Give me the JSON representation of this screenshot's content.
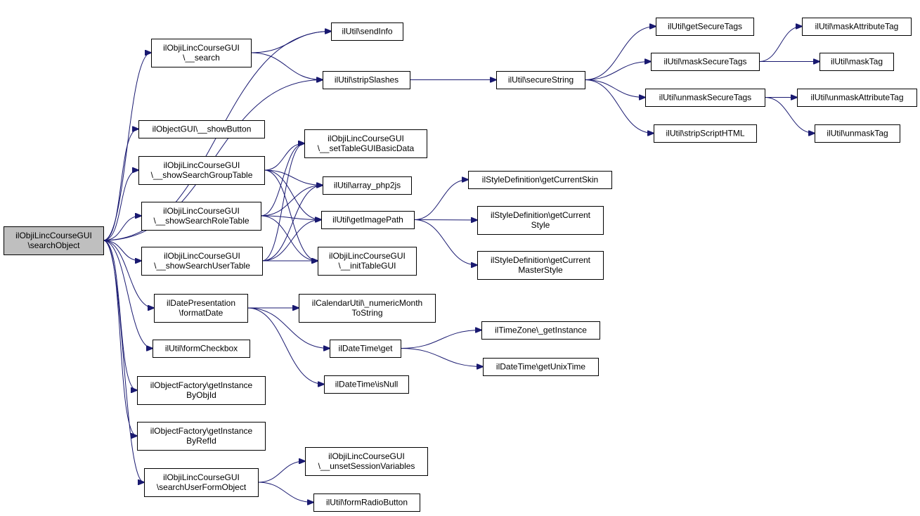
{
  "diagram": {
    "type": "call-graph",
    "colors": {
      "edge": "#191970",
      "root_fill": "#bfbfbf",
      "node_fill": "#ffffff",
      "node_border": "#000000"
    },
    "nodes": [
      {
        "id": "root",
        "lines": [
          "ilObjiLincCourseGUI",
          "\\searchObject"
        ],
        "root": true
      },
      {
        "id": "sendInfo",
        "lines": [
          "ilUtil\\sendInfo"
        ]
      },
      {
        "id": "search",
        "lines": [
          "ilObjiLincCourseGUI",
          "\\__search"
        ]
      },
      {
        "id": "stripSlashes",
        "lines": [
          "ilUtil\\stripSlashes"
        ]
      },
      {
        "id": "secureString",
        "lines": [
          "ilUtil\\secureString"
        ]
      },
      {
        "id": "getSecureTags",
        "lines": [
          "ilUtil\\getSecureTags"
        ]
      },
      {
        "id": "maskSecureTags",
        "lines": [
          "ilUtil\\maskSecureTags"
        ]
      },
      {
        "id": "unmaskSecureTags",
        "lines": [
          "ilUtil\\unmaskSecureTags"
        ]
      },
      {
        "id": "stripScriptHTML",
        "lines": [
          "ilUtil\\stripScriptHTML"
        ]
      },
      {
        "id": "maskAttributeTag",
        "lines": [
          "ilUtil\\maskAttributeTag"
        ]
      },
      {
        "id": "maskTag",
        "lines": [
          "ilUtil\\maskTag"
        ]
      },
      {
        "id": "unmaskAttributeTag",
        "lines": [
          "ilUtil\\unmaskAttributeTag"
        ]
      },
      {
        "id": "unmaskTag",
        "lines": [
          "ilUtil\\unmaskTag"
        ]
      },
      {
        "id": "showButton",
        "lines": [
          "ilObjectGUI\\__showButton"
        ]
      },
      {
        "id": "showSearchGroupTable",
        "lines": [
          "ilObjiLincCourseGUI",
          "\\__showSearchGroupTable"
        ]
      },
      {
        "id": "setTableGUIBasicData",
        "lines": [
          "ilObjiLincCourseGUI",
          "\\__setTableGUIBasicData"
        ]
      },
      {
        "id": "array_php2js",
        "lines": [
          "ilUtil\\array_php2js"
        ]
      },
      {
        "id": "showSearchRoleTable",
        "lines": [
          "ilObjiLincCourseGUI",
          "\\__showSearchRoleTable"
        ]
      },
      {
        "id": "getImagePath",
        "lines": [
          "ilUtil\\getImagePath"
        ]
      },
      {
        "id": "showSearchUserTable",
        "lines": [
          "ilObjiLincCourseGUI",
          "\\__showSearchUserTable"
        ]
      },
      {
        "id": "initTableGUI",
        "lines": [
          "ilObjiLincCourseGUI",
          "\\__initTableGUI"
        ]
      },
      {
        "id": "getCurrentSkin",
        "lines": [
          "ilStyleDefinition\\getCurrentSkin"
        ]
      },
      {
        "id": "getCurrentStyle",
        "lines": [
          "ilStyleDefinition\\getCurrent",
          "Style"
        ]
      },
      {
        "id": "getCurrentMasterStyle",
        "lines": [
          "ilStyleDefinition\\getCurrent",
          "MasterStyle"
        ]
      },
      {
        "id": "formatDate",
        "lines": [
          "ilDatePresentation",
          "\\formatDate"
        ]
      },
      {
        "id": "numericMonthToString",
        "lines": [
          "ilCalendarUtil\\_numericMonth",
          "ToString"
        ]
      },
      {
        "id": "dtGet",
        "lines": [
          "ilDateTime\\get"
        ]
      },
      {
        "id": "getInstance",
        "lines": [
          "ilTimeZone\\_getInstance"
        ]
      },
      {
        "id": "getUnixTime",
        "lines": [
          "ilDateTime\\getUnixTime"
        ]
      },
      {
        "id": "isNull",
        "lines": [
          "ilDateTime\\isNull"
        ]
      },
      {
        "id": "formCheckbox",
        "lines": [
          "ilUtil\\formCheckbox"
        ]
      },
      {
        "id": "getInstanceByObjId",
        "lines": [
          "ilObjectFactory\\getInstance",
          "ByObjId"
        ]
      },
      {
        "id": "getInstanceByRefId",
        "lines": [
          "ilObjectFactory\\getInstance",
          "ByRefId"
        ]
      },
      {
        "id": "searchUserFormObject",
        "lines": [
          "ilObjiLincCourseGUI",
          "\\searchUserFormObject"
        ]
      },
      {
        "id": "unsetSessionVariables",
        "lines": [
          "ilObjiLincCourseGUI",
          "\\__unsetSessionVariables"
        ]
      },
      {
        "id": "formRadioButton",
        "lines": [
          "ilUtil\\formRadioButton"
        ]
      }
    ],
    "edges": [
      [
        "root",
        "sendInfo"
      ],
      [
        "root",
        "search"
      ],
      [
        "root",
        "stripSlashes"
      ],
      [
        "root",
        "showButton"
      ],
      [
        "root",
        "showSearchGroupTable"
      ],
      [
        "root",
        "showSearchRoleTable"
      ],
      [
        "root",
        "showSearchUserTable"
      ],
      [
        "root",
        "formatDate"
      ],
      [
        "root",
        "formCheckbox"
      ],
      [
        "root",
        "getInstanceByObjId"
      ],
      [
        "root",
        "getInstanceByRefId"
      ],
      [
        "root",
        "searchUserFormObject"
      ],
      [
        "search",
        "sendInfo"
      ],
      [
        "search",
        "stripSlashes"
      ],
      [
        "stripSlashes",
        "secureString"
      ],
      [
        "secureString",
        "getSecureTags"
      ],
      [
        "secureString",
        "maskSecureTags"
      ],
      [
        "secureString",
        "unmaskSecureTags"
      ],
      [
        "secureString",
        "stripScriptHTML"
      ],
      [
        "maskSecureTags",
        "maskAttributeTag"
      ],
      [
        "maskSecureTags",
        "maskTag"
      ],
      [
        "unmaskSecureTags",
        "unmaskAttributeTag"
      ],
      [
        "unmaskSecureTags",
        "unmaskTag"
      ],
      [
        "showSearchGroupTable",
        "setTableGUIBasicData"
      ],
      [
        "showSearchGroupTable",
        "array_php2js"
      ],
      [
        "showSearchGroupTable",
        "getImagePath"
      ],
      [
        "showSearchGroupTable",
        "initTableGUI"
      ],
      [
        "showSearchRoleTable",
        "setTableGUIBasicData"
      ],
      [
        "showSearchRoleTable",
        "array_php2js"
      ],
      [
        "showSearchRoleTable",
        "getImagePath"
      ],
      [
        "showSearchRoleTable",
        "initTableGUI"
      ],
      [
        "showSearchUserTable",
        "setTableGUIBasicData"
      ],
      [
        "showSearchUserTable",
        "array_php2js"
      ],
      [
        "showSearchUserTable",
        "getImagePath"
      ],
      [
        "showSearchUserTable",
        "initTableGUI"
      ],
      [
        "getImagePath",
        "getCurrentSkin"
      ],
      [
        "getImagePath",
        "getCurrentStyle"
      ],
      [
        "getImagePath",
        "getCurrentMasterStyle"
      ],
      [
        "formatDate",
        "numericMonthToString"
      ],
      [
        "formatDate",
        "dtGet"
      ],
      [
        "formatDate",
        "isNull"
      ],
      [
        "dtGet",
        "getInstance"
      ],
      [
        "dtGet",
        "getUnixTime"
      ],
      [
        "searchUserFormObject",
        "unsetSessionVariables"
      ],
      [
        "searchUserFormObject",
        "formRadioButton"
      ]
    ]
  }
}
